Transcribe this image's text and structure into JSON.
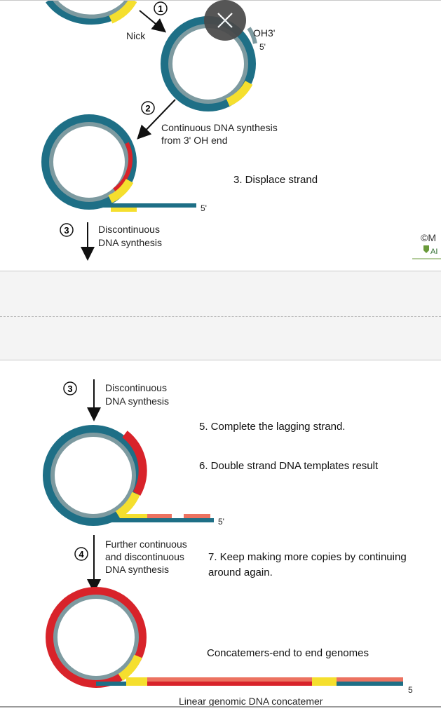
{
  "slide1": {
    "step1_num": "1",
    "nick_label": "Nick",
    "oh3_label": "OH3'",
    "five_prime_top": "5'",
    "step2_num": "2",
    "continuous_line1": "Continuous  DNA  synthesis",
    "continuous_line2": "from  3'  OH  end",
    "displace_strand": "3. Displace strand",
    "five_prime_tail": "5'",
    "step3_num": "3",
    "discontinuous_line1": "Discontinuous",
    "discontinuous_line2": "DNA  synthesis",
    "copyright_fragment": "©M",
    "logo_fragment": "AI"
  },
  "slide2": {
    "step3_num": "3",
    "discontinuous_line1": "Discontinuous",
    "discontinuous_line2": "DNA  synthesis",
    "complete_lagging": "5. Complete the lagging strand.",
    "double_strand": "6. Double strand DNA templates result",
    "five_prime_tail": "5'",
    "step4_num": "4",
    "further_line1": "Further  continuous",
    "further_line2": "and  discontinuous",
    "further_line3": "DNA  synthesis",
    "keep_making_line1": "7. Keep making more copies by continuing",
    "keep_making_line2": "around again.",
    "concatemers": "Concatemers-end to end genomes",
    "five_end": "5",
    "linear_concatemer": "Linear  genomic  DNA  concatemer"
  },
  "colors": {
    "teal": "#1e6f86",
    "grey_strand": "#7d9aa0",
    "yellow": "#f5df2e",
    "red": "#d8232a",
    "salmon": "#ec7260",
    "close_bg": "#4a4a4a"
  },
  "icons": {
    "close": "close-x-icon"
  }
}
